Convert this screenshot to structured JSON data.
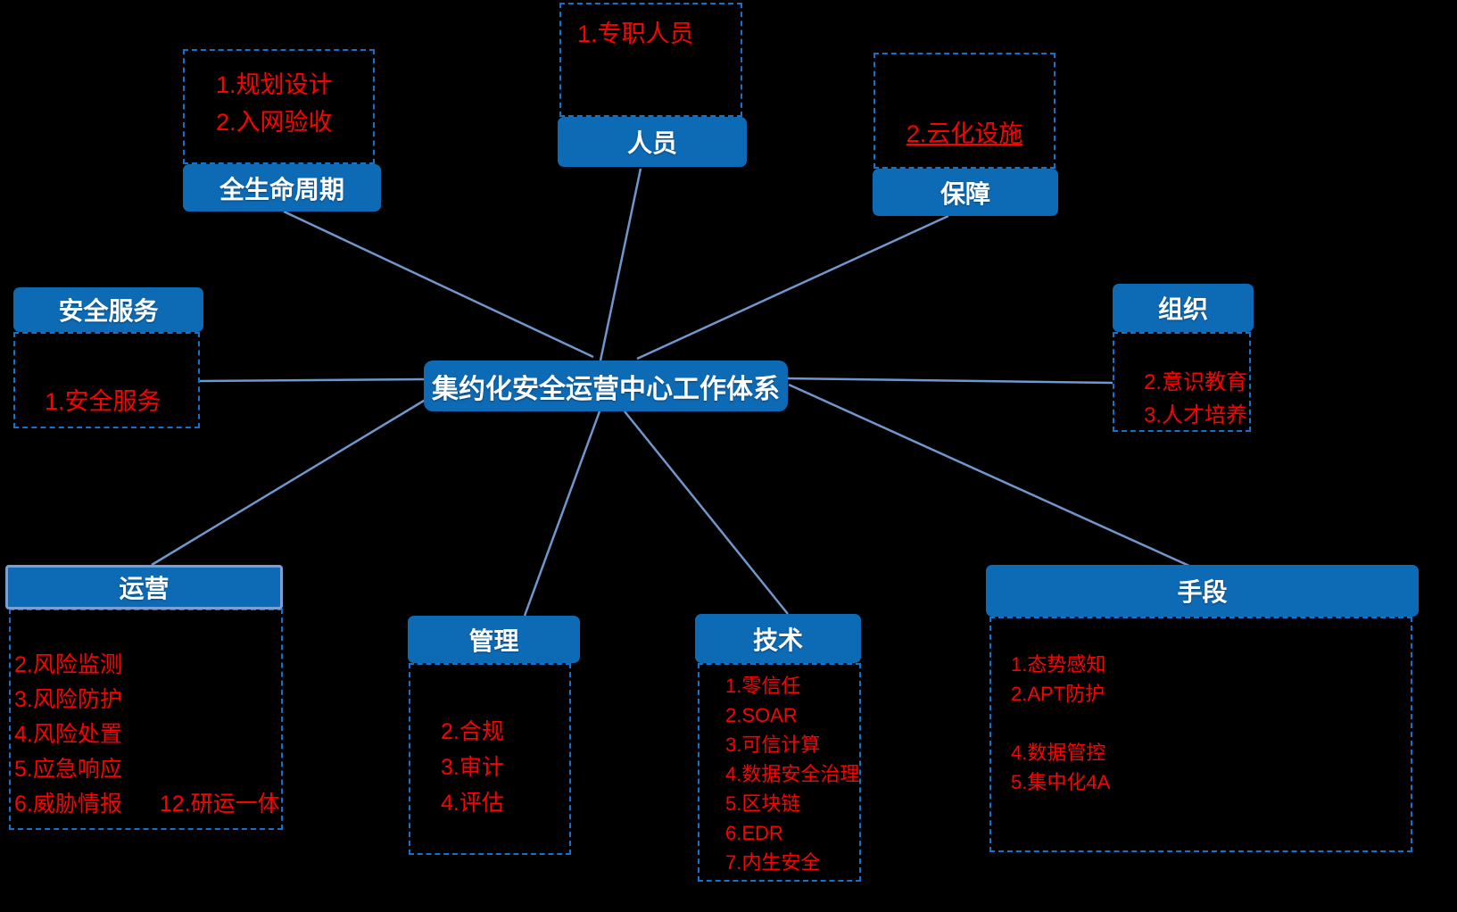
{
  "diagram": {
    "center": {
      "label": "集约化安全运营中心工作体系"
    },
    "branches": {
      "lifecycle": {
        "label": "全生命周期",
        "items": [
          "1.规划设计",
          "2.入网验收"
        ]
      },
      "personnel": {
        "label": "人员",
        "items": [
          "1.专职人员"
        ]
      },
      "support": {
        "label": "保障",
        "items": [
          "2.云化设施"
        ]
      },
      "service": {
        "label": "安全服务",
        "items": [
          "1.安全服务"
        ]
      },
      "organization": {
        "label": "组织",
        "items": [
          "2.意识教育",
          "3.人才培养"
        ]
      },
      "operations": {
        "label": "运营",
        "items": [
          "2.风险监测",
          "3.风险防护",
          "4.风险处置",
          "5.应急响应",
          "6.威胁情报",
          "12.研运一体"
        ]
      },
      "management": {
        "label": "管理",
        "items": [
          "2.合规",
          "3.审计",
          "4.评估"
        ]
      },
      "technology": {
        "label": "技术",
        "items": [
          "1.零信任",
          "2.SOAR",
          "3.可信计算",
          "4.数据安全治理",
          "5.区块链",
          "6.EDR",
          "7.内生安全"
        ]
      },
      "means": {
        "label": "手段",
        "items": [
          "1.态势感知",
          "2.APT防护",
          "4.数据管控",
          "5.集中化4A"
        ]
      }
    },
    "colors": {
      "header_bg": "#0d6bb6",
      "dashed_border": "#1373cc",
      "item_text": "#fe0000",
      "connector": "#7097cd",
      "operations_header_border": "#7e9dd2"
    }
  }
}
